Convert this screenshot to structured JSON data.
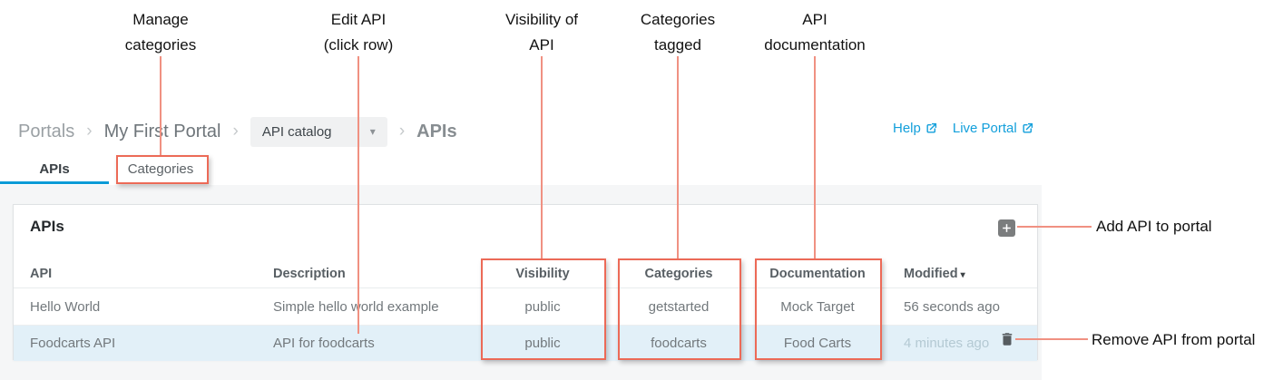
{
  "annotations": {
    "top": [
      {
        "line1": "Manage",
        "line2": "categories"
      },
      {
        "line1": "Edit API",
        "line2": "(click row)"
      },
      {
        "line1": "Visibility of",
        "line2": "API"
      },
      {
        "line1": "Categories",
        "line2": "tagged"
      },
      {
        "line1": "API",
        "line2": "documentation"
      }
    ],
    "add_api": "Add API to portal",
    "remove_api": "Remove API from portal"
  },
  "breadcrumb": {
    "root": "Portals",
    "portal": "My First Portal",
    "separator": "›",
    "dropdown_value": "API catalog",
    "dropdown_caret": "▾",
    "current": "APIs"
  },
  "header_links": {
    "help": "Help",
    "live_portal": "Live Portal"
  },
  "tabs": [
    {
      "label": "APIs",
      "active": true
    },
    {
      "label": "Categories",
      "active": false
    }
  ],
  "panel": {
    "title": "APIs"
  },
  "table": {
    "columns": {
      "api": "API",
      "description": "Description",
      "visibility": "Visibility",
      "categories": "Categories",
      "documentation": "Documentation",
      "modified": "Modified",
      "sort_indicator": "▾"
    },
    "rows": [
      {
        "api": "Hello World",
        "description": "Simple hello world example",
        "visibility": "public",
        "categories": "getstarted",
        "documentation": "Mock Target",
        "modified": "56 seconds ago",
        "highlighted": false
      },
      {
        "api": "Foodcarts API",
        "description": "API for foodcarts",
        "visibility": "public",
        "categories": "foodcarts",
        "documentation": "Food Carts",
        "modified": "4 minutes ago",
        "highlighted": true
      }
    ]
  },
  "colors": {
    "accent_blue": "#0c9bd7",
    "link_blue": "#129fdb",
    "annotation_box_red": "#ec6a57",
    "annotation_line_red": "#f09182",
    "row_highlight": "#e2f0f8",
    "faded_modified_text": "#b4c9d3",
    "content_background": "#f5f6f7",
    "add_button_gray": "#7b7d7e"
  }
}
